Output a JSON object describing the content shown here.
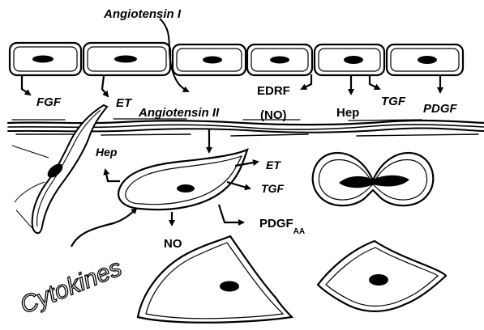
{
  "labels": {
    "angiotensin_1": "Angiotensin I",
    "angiotensin_2": "Angiotensin II",
    "fgf": "FGF",
    "et_top": "ET",
    "edrf": "EDRF",
    "no_paren": "(NO)",
    "hep_top": "Hep",
    "tgf_top": "TGF",
    "pdgf_top": "PDGF",
    "hep_left": "Hep",
    "et_right": "ET",
    "tgf_right": "TGF",
    "no_bottom": "NO",
    "pdgf_aa": "PDGF",
    "pdgf_aa_sub": "AA",
    "cytokines": "Cytokines"
  },
  "colors": {
    "ink": "#000000",
    "paper": "#ffffff"
  }
}
